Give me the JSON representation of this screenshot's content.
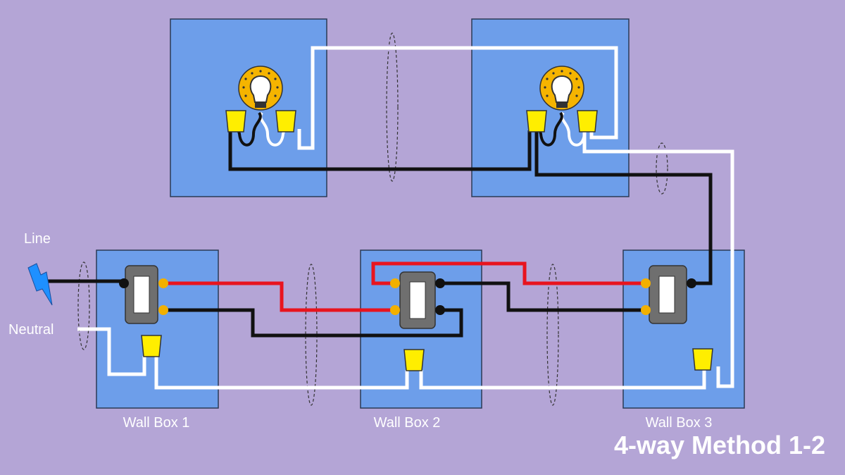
{
  "labels": {
    "line": "Line",
    "neutral": "Neutral",
    "wall_box_1": "Wall Box 1",
    "wall_box_2": "Wall Box 2",
    "wall_box_3": "Wall Box 3",
    "title": "4-way Method 1-2"
  },
  "colors": {
    "background": "#b4a5d6",
    "box": "#6d9eea",
    "hot_wire": "#111111",
    "neutral_wire": "#ffffff",
    "traveler_wire": "#e8141e",
    "wire_nut": "#ffee00",
    "bulb": "#f5b400",
    "switch": "#6f6f6f",
    "terminal": "#f2b000",
    "line_symbol": "#1e90ff"
  },
  "components": {
    "boxes": [
      "light-box-1",
      "light-box-2",
      "wall-box-1",
      "wall-box-2",
      "wall-box-3"
    ],
    "switches": [
      "3-way-switch",
      "4-way-switch",
      "3-way-switch"
    ],
    "lamps": 2
  }
}
